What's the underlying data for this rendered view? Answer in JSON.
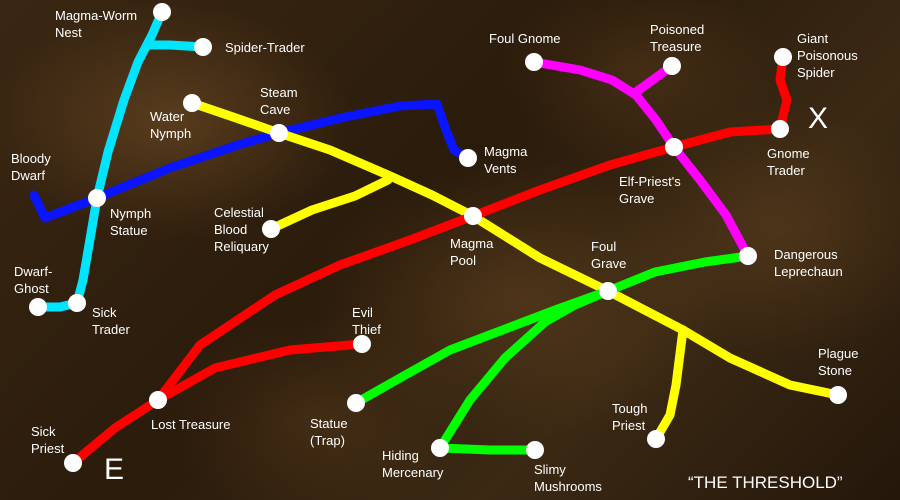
{
  "title": "“THE THRESHOLD”",
  "markers": {
    "start": "X",
    "end": "E"
  },
  "line_colors": {
    "cyan": "#00e5ff",
    "blue": "#0a14ff",
    "yellow": "#ffff00",
    "red": "#ff0000",
    "magenta": "#ff00ff",
    "green": "#00ff00"
  },
  "node_color": "#ffffff",
  "stations": {
    "magma_worm_nest": "Magma-Worm\nNest",
    "spider_trader": "Spider-Trader",
    "bloody_dwarf": "Bloody\nDwarf",
    "nymph_statue": "Nymph\nStatue",
    "dwarf_ghost": "Dwarf-\nGhost",
    "sick_trader": "Sick\nTrader",
    "water_nymph": "Water\nNymph",
    "steam_cave": "Steam\nCave",
    "magma_vents": "Magma\nVents",
    "celestial_blood_reliquary": "Celestial\nBlood\nReliquary",
    "magma_pool": "Magma\nPool",
    "foul_gnome": "Foul Gnome",
    "poisoned_treasure": "Poisoned\nTreasure",
    "giant_poisonous_spider": "Giant\nPoisonous\nSpider",
    "gnome_trader": "Gnome\nTrader",
    "elf_priests_grave": "Elf-Priest's\nGrave",
    "dangerous_leprechaun": "Dangerous\nLeprechaun",
    "foul_grave": "Foul\nGrave",
    "evil_thief": "Evil\nThief",
    "statue_trap": "Statue\n(Trap)",
    "plague_stone": "Plague\nStone",
    "tough_priest": "Tough\nPriest",
    "lost_treasure": "Lost Treasure",
    "sick_priest": "Sick\nPriest",
    "hiding_mercenary": "Hiding\nMercenary",
    "slimy_mushrooms": "Slimy\nMushrooms"
  }
}
